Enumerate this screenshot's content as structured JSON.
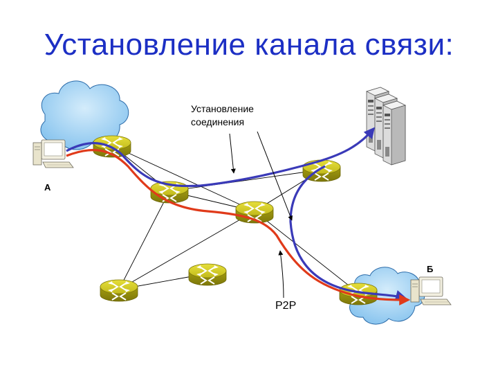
{
  "title": "Установление канала связи:",
  "diagram": {
    "node_labels": {
      "a": "А",
      "b": "Б"
    },
    "annotation_connection": [
      "Установление",
      "соединения"
    ],
    "annotation_p2p": "P2P",
    "colors": {
      "title": "#1c2fc4",
      "connection_path": "#3a3ab8",
      "p2p_path": "#e03a1a",
      "router": "#b8b21a",
      "cloud": "#9fd0f2"
    },
    "icons": [
      "cloud-icon",
      "computer-icon",
      "router-icon",
      "server-icon"
    ]
  }
}
